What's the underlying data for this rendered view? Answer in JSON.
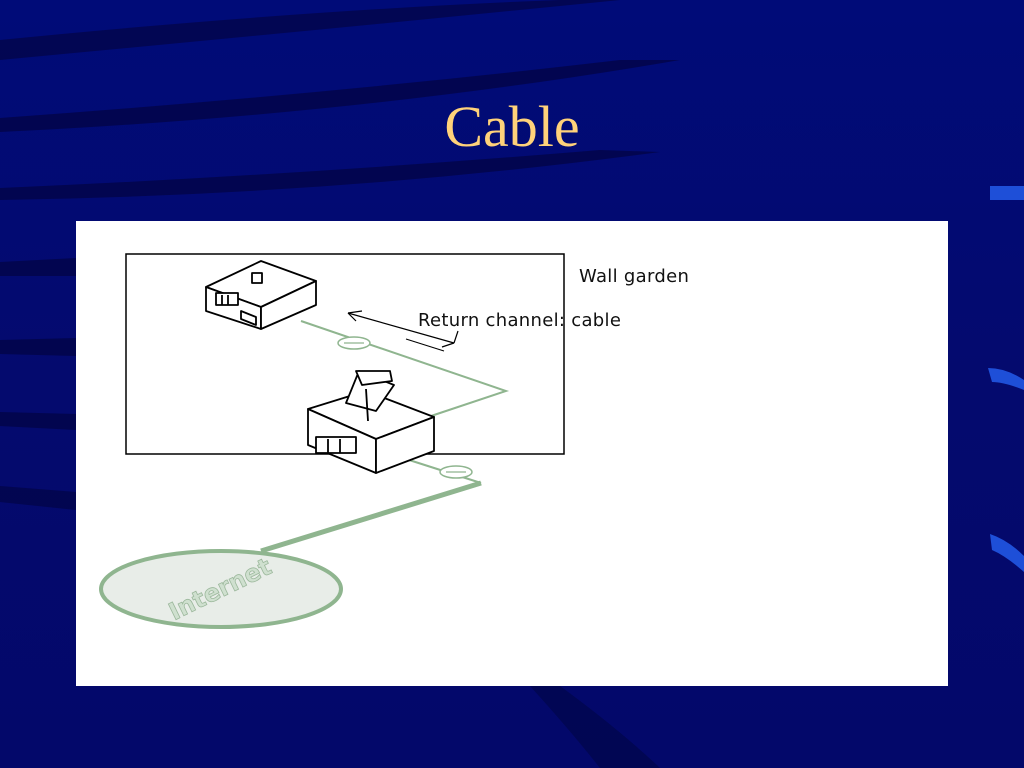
{
  "slide": {
    "title": "Cable",
    "colors": {
      "background": "#040a6e",
      "title": "#ffd27a",
      "stripe": "#1e4fd8",
      "network_line": "#8fb58f"
    }
  },
  "diagram": {
    "labels": {
      "wall_garden": "Wall garden",
      "return_channel": "Return channel: cable",
      "internet": "Internet"
    },
    "icons": [
      "house-icon",
      "headend-building-icon",
      "satellite-dish-icon",
      "internet-cloud-icon",
      "return-arrow-icon"
    ]
  }
}
